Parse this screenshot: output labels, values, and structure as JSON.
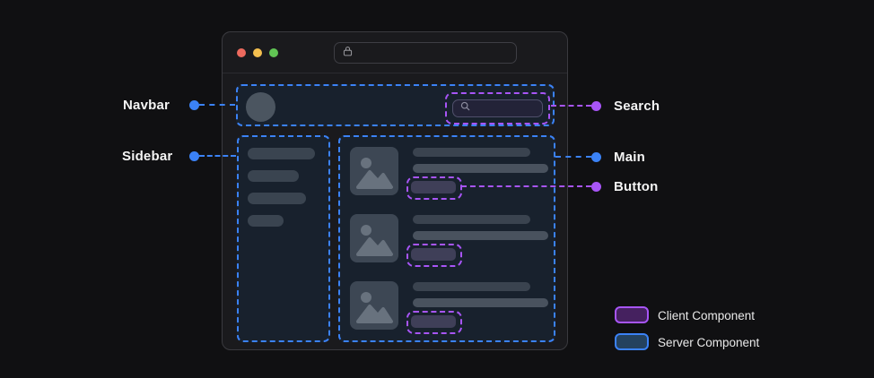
{
  "colors": {
    "page_bg": "#101012",
    "window_bg": "#1a1a1d",
    "component_bg": "#18212d",
    "server_accent": "#3b82f6",
    "client_accent": "#a855f7",
    "traffic_red": "#ed6a5e",
    "traffic_yellow": "#f4bf4f",
    "traffic_green": "#61c554",
    "client_swatch_fill": "#45215f",
    "server_swatch_fill": "#24425f"
  },
  "annotations": {
    "navbar": {
      "label": "Navbar",
      "type": "server"
    },
    "sidebar": {
      "label": "Sidebar",
      "type": "server"
    },
    "search": {
      "label": "Search",
      "type": "client"
    },
    "main": {
      "label": "Main",
      "type": "server"
    },
    "button": {
      "label": "Button",
      "type": "client"
    }
  },
  "legend": {
    "client": {
      "label": "Client Component",
      "accent": "#a855f7"
    },
    "server": {
      "label": "Server Component",
      "accent": "#3b82f6"
    }
  },
  "browser": {
    "url_value": "",
    "traffic_lights": [
      "close",
      "minimize",
      "zoom"
    ],
    "icons": {
      "lock": "lock-icon",
      "search": "search-icon",
      "image": "image-icon"
    },
    "main_card_count": 3
  }
}
